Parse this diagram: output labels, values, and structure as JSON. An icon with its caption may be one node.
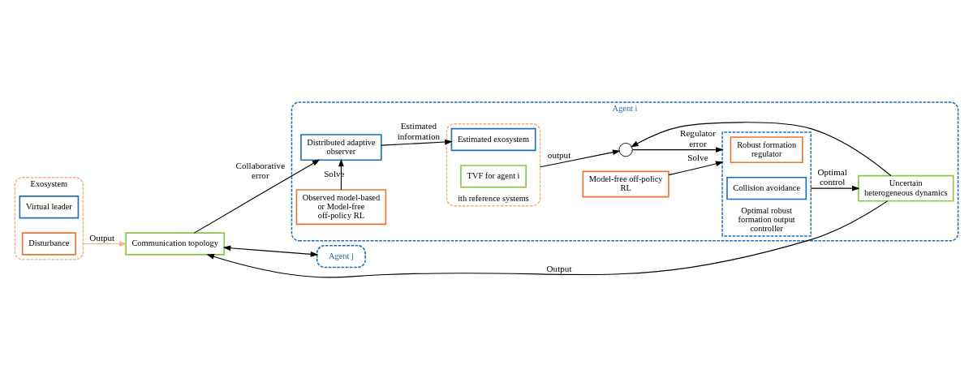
{
  "diagram": {
    "nodes": [
      {
        "text": [
          "Exosystem"
        ]
      },
      {
        "text": [
          "Virtual leader"
        ],
        "in": 0
      },
      {
        "text": [
          "Disturbance"
        ],
        "in": 0
      },
      {
        "text": [
          "Communication topology"
        ]
      },
      {
        "text": [
          "Agent i"
        ]
      },
      {
        "text": [
          "Observed model-based or Model-free off-policy RL"
        ],
        "in": 4
      },
      {
        "text": [
          "Distributed adaptive observer"
        ],
        "in": 4
      },
      {
        "text": [
          "ith reference systems"
        ],
        "in": 4
      },
      {
        "text": [
          "Estimated exosystem"
        ],
        "in": 7
      },
      {
        "text": [
          "TVF for agent i"
        ],
        "in": 7
      },
      {
        "text": [],
        "shape": "circle",
        "in": 4
      },
      {
        "text": [
          "Model-free off-policy RL"
        ],
        "in": 4
      },
      {
        "text": [
          "Optimal robust formation output controller"
        ],
        "in": 4
      },
      {
        "text": [
          "Robust formation regulator"
        ],
        "in": 12
      },
      {
        "text": [
          "Collision avoidance"
        ],
        "in": 12
      },
      {
        "text": [
          "Uncertain heterogeneous dynamics"
        ],
        "in": 4
      },
      {
        "text": [
          "Agent j"
        ]
      }
    ],
    "edges": [
      {
        "from": 0,
        "to": 3,
        "arrow": "to",
        "label": "Output",
        "color": "#f4b183"
      },
      {
        "from": 3,
        "to": 6,
        "arrow": "to",
        "label": "Collaborative error"
      },
      {
        "from": 5,
        "to": 6,
        "arrow": "to",
        "label": "Solve"
      },
      {
        "from": 6,
        "to": 8,
        "arrow": "to",
        "label": "Estimated information"
      },
      {
        "from": 7,
        "to": 10,
        "arrow": "to",
        "label": "output"
      },
      {
        "from": 10,
        "to": 12,
        "arrow": "to",
        "label": "Regulator error"
      },
      {
        "from": 11,
        "to": 12,
        "arrow": "to",
        "label": "Solve"
      },
      {
        "from": 12,
        "to": 15,
        "arrow": "to",
        "label": "Optimal control"
      },
      {
        "from": 15,
        "to": 3,
        "arrow": "to",
        "label": "Output"
      },
      {
        "from": 15,
        "to": 10,
        "arrow": "to"
      },
      {
        "from": 3,
        "to": 16,
        "arrow": "both"
      }
    ]
  }
}
